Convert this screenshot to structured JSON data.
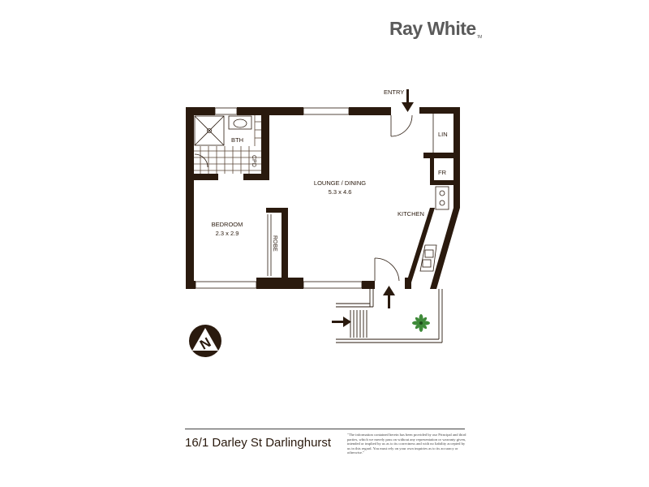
{
  "brand": {
    "name": "Ray White",
    "tm": "TM"
  },
  "rooms": {
    "entry": "ENTRY",
    "lin": "LIN",
    "bath": "BTH",
    "cpd": "CPD",
    "fridge": "FR",
    "lounge_name": "LOUNGE / DINING",
    "lounge_size": "5.3 x 4.6",
    "kitchen": "KITCHEN",
    "bedroom_name": "BEDROOM",
    "bedroom_size": "2.3 x 2.9",
    "robe": "ROBE"
  },
  "compass": {
    "letter": "N"
  },
  "footer": {
    "address": "16/1 Darley St Darlinghurst",
    "disclaimer": "\"The information contained herein has been provided by our Principal and third parties, which we merely pass on without any representation or warranty given, intended or implied by us as to its correctness and with no liability accepted by us in this regard. You must rely on your own inquiries as to its accuracy or otherwise.\""
  },
  "colors": {
    "wall": "#2a1a0e",
    "tile": "#5a4636",
    "plant": "#3f8a3a"
  }
}
